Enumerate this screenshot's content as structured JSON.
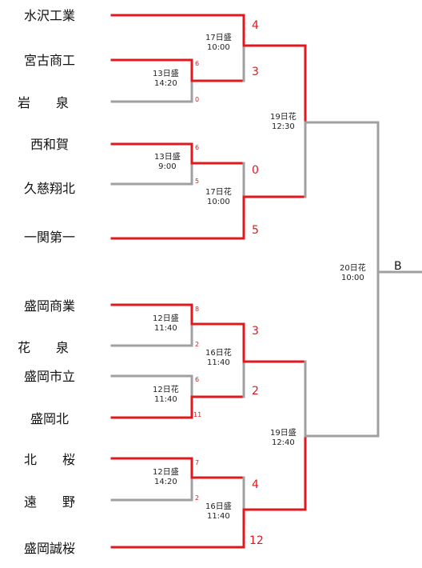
{
  "colors": {
    "winner_line": "#e0191f",
    "loser_line": "#a0a0a0",
    "score": "#e0191f"
  },
  "teams": [
    "水沢工業",
    "宮古商工",
    "岩　　泉",
    "西和賀",
    "久慈翔北",
    "一関第一",
    "盛岡商業",
    "花　　泉",
    "盛岡市立",
    "盛岡北",
    "北　　桜",
    "遠　　野",
    "盛岡誠桜"
  ],
  "matches": {
    "r1_a": {
      "date": "13日盛",
      "time": "14:20",
      "score_top": "6",
      "score_bottom": "0"
    },
    "r1_b": {
      "date": "13日盛",
      "time": "9:00",
      "score_top": "6",
      "score_bottom": "5"
    },
    "r1_c": {
      "date": "12日盛",
      "time": "11:40",
      "score_top": "8",
      "score_bottom": "2"
    },
    "r1_d": {
      "date": "12日花",
      "time": "11:40",
      "score_top": "6",
      "score_bottom": "11"
    },
    "r1_e": {
      "date": "12日盛",
      "time": "14:20",
      "score_top": "7",
      "score_bottom": "2"
    },
    "r2_a": {
      "date": "17日盛",
      "time": "10:00",
      "score_top": "4",
      "score_bottom": "3"
    },
    "r2_b": {
      "date": "17日花",
      "time": "10:00",
      "score_top": "0",
      "score_bottom": "5"
    },
    "r2_c": {
      "date": "16日花",
      "time": "11:40",
      "score_top": "3",
      "score_bottom": "2"
    },
    "r2_d": {
      "date": "16日盛",
      "time": "11:40",
      "score_top": "4",
      "score_bottom": "12"
    },
    "sf_a": {
      "date": "19日花",
      "time": "12:30"
    },
    "sf_b": {
      "date": "19日盛",
      "time": "12:40"
    },
    "final": {
      "date": "20日花",
      "time": "10:00"
    }
  },
  "block_label": "B"
}
